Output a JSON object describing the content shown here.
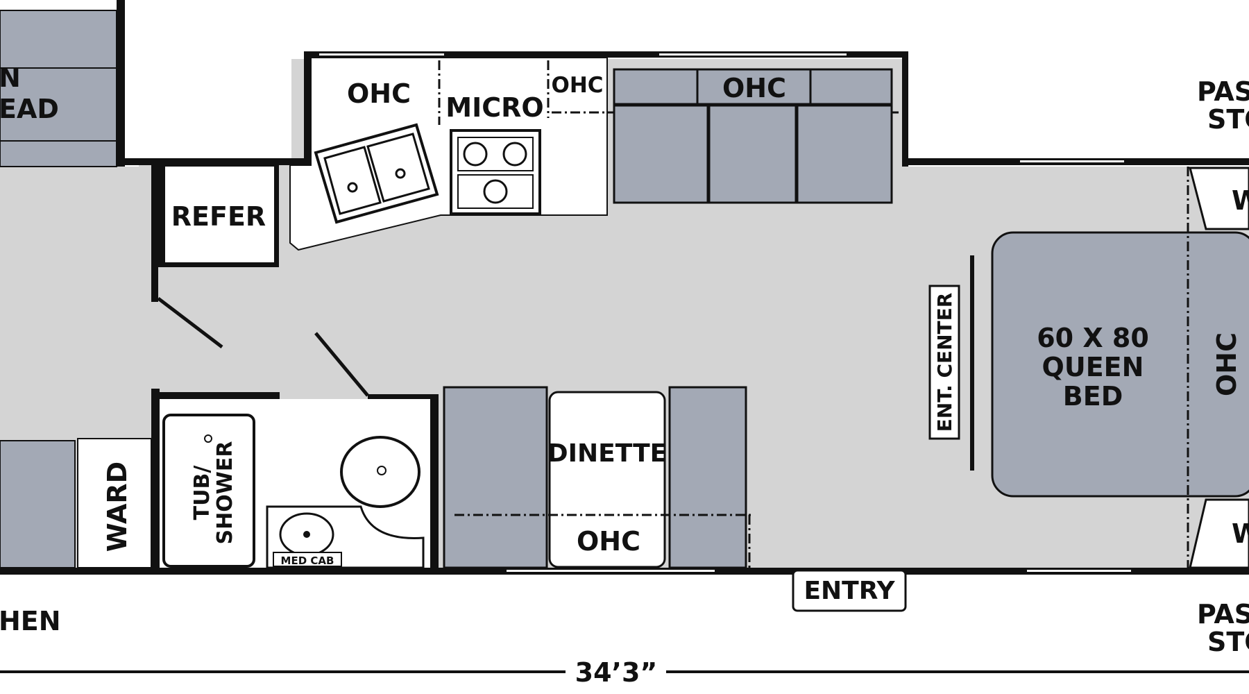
{
  "colors": {
    "wall": "#111111",
    "floor": "#d4d4d4",
    "furniture": "#a3a9b5",
    "cabinet": "#ffffff"
  },
  "labels": {
    "top_left_bed": "N\nEAD",
    "ohc_kitchen": "OHC",
    "micro": "MICRO",
    "ohc_small": "OHC",
    "ohc_sofa": "OHC",
    "refer": "REFER",
    "pass_through_top": "PAS\nSTO",
    "wardrobe_top": "W",
    "wardrobe_bottom": "W",
    "bed": "60 X 80\nQUEEN\nBED",
    "ohc_bed": "OHC",
    "ent_center": "ENT. CENTER",
    "ward": "WARD",
    "tub_shower": "TUB/\nSHOWER",
    "med_cab": "MED CAB",
    "dinette": "DINETTE",
    "ohc_dinette": "OHC",
    "entry": "ENTRY",
    "kitchen_bottom": "HEN",
    "pass_through_bottom": "PAS\nSTO",
    "length": "34’3”"
  }
}
